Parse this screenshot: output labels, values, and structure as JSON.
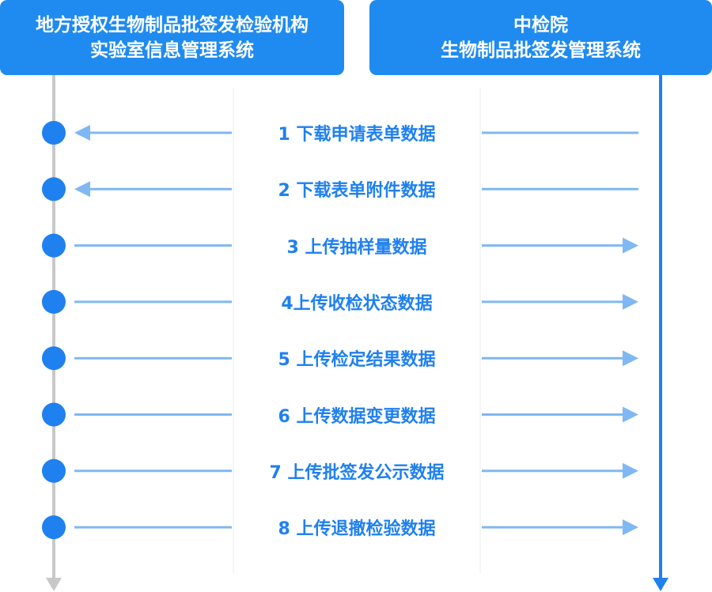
{
  "left_system": {
    "line1": "地方授权生物制品批签发检验机构",
    "line2": "实验室信息管理系统"
  },
  "right_system": {
    "line1": "中检院",
    "line2": "生物制品批签发管理系统"
  },
  "steps": [
    {
      "label": "1 下载申请表单数据",
      "direction": "right-to-left"
    },
    {
      "label": "2 下载表单附件数据",
      "direction": "right-to-left"
    },
    {
      "label": "3 上传抽样量数据",
      "direction": "left-to-right"
    },
    {
      "label": "4上传收检状态数据",
      "direction": "left-to-right"
    },
    {
      "label": "5 上传检定结果数据",
      "direction": "left-to-right"
    },
    {
      "label": "6 上传数据变更数据",
      "direction": "left-to-right"
    },
    {
      "label": "7 上传批签发公示数据",
      "direction": "left-to-right"
    },
    {
      "label": "8 上传退撤检验数据",
      "direction": "left-to-right"
    }
  ],
  "colors": {
    "header_bg": "#1f8bf0",
    "dot": "#1f80f0",
    "arrow": "#7fb8f2",
    "left_timeline": "#c8c8c8",
    "right_timeline": "#1f80f0"
  }
}
